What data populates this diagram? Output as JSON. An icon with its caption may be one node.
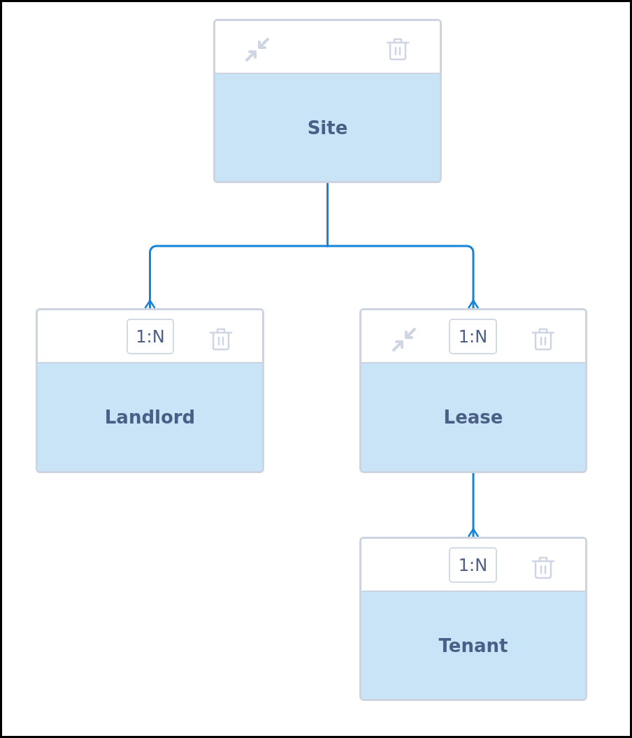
{
  "diagram": {
    "nodes": [
      {
        "text": [
          "Site"
        ]
      },
      {
        "text": [
          "Landlord"
        ]
      },
      {
        "text": [
          "1:N"
        ],
        "in": 1
      },
      {
        "text": [
          "Lease"
        ]
      },
      {
        "text": [
          "1:N"
        ],
        "in": 3
      },
      {
        "text": [
          "Tenant"
        ]
      },
      {
        "text": [
          "1:N"
        ],
        "in": 5
      }
    ],
    "edges": [
      {
        "from": 0,
        "to": 1,
        "arrow": "other"
      },
      {
        "from": 0,
        "to": 3,
        "arrow": "other"
      },
      {
        "from": 3,
        "to": 5,
        "arrow": "other"
      }
    ]
  }
}
